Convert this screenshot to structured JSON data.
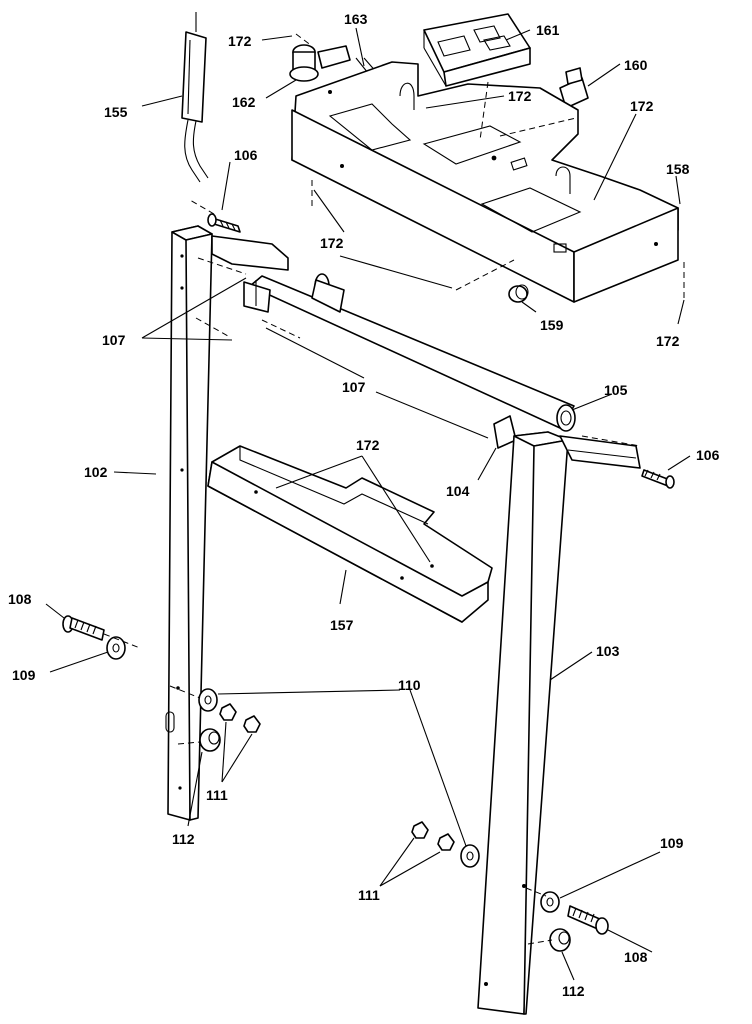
{
  "callouts": {
    "c155": "155",
    "c172a": "172",
    "c163": "163",
    "c161": "161",
    "c160": "160",
    "c162": "162",
    "c172b": "172",
    "c172c": "172",
    "c106a": "106",
    "c158": "158",
    "c172d": "172",
    "c159": "159",
    "c172e": "172",
    "c107a": "107",
    "c107b": "107",
    "c105": "105",
    "c172f": "172",
    "c106b": "106",
    "c102": "102",
    "c104": "104",
    "c108a": "108",
    "c157": "157",
    "c109a": "109",
    "c103": "103",
    "c110": "110",
    "c111a": "111",
    "c112a": "112",
    "c111b": "111",
    "c109b": "109",
    "c108b": "108",
    "c112b": "112"
  }
}
